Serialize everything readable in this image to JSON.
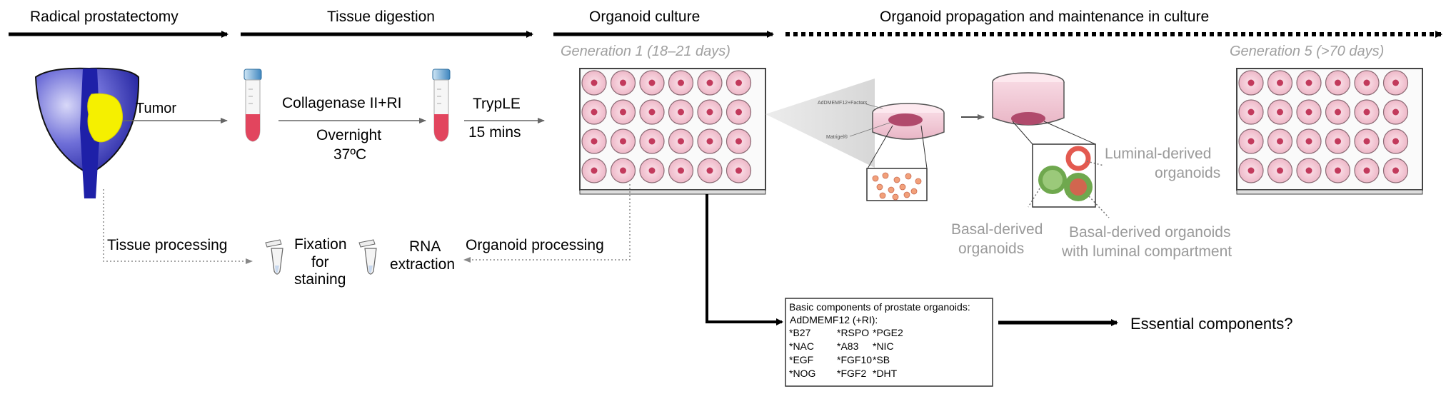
{
  "stages": {
    "radical": "Radical prostatectomy",
    "digestion": "Tissue digestion",
    "culture": "Organoid culture",
    "propagation": "Organoid propagation and maintenance in culture"
  },
  "tumor": "Tumor",
  "collagenase": "Collagenase II+RI",
  "overnight": "Overnight",
  "temp": "37ºC",
  "tryple": "TrypLE",
  "mins": "15 mins",
  "gen1": "Generation 1 (18–21 days)",
  "gen5": "Generation 5 (>70 days)",
  "tissue_processing": "Tissue processing",
  "fixation": [
    "Fixation",
    "for",
    "staining"
  ],
  "rna": [
    "RNA",
    "extraction"
  ],
  "organoid_processing": "Organoid processing",
  "medium_label": "AdDMEMF12+Factors",
  "matrigel_label": "Matrigel®",
  "luminal": [
    "Luminal-derived",
    "organoids"
  ],
  "basal": [
    "Basal-derived",
    "organoids"
  ],
  "basal_luminal": [
    "Basal-derived organoids",
    "with luminal compartment"
  ],
  "components": {
    "title": "Basic components of prostate organoids:",
    "medium": "AdDMEMF12 (+RI):",
    "items": [
      [
        "*B27",
        "*RSPO",
        "*PGE2"
      ],
      [
        "*NAC",
        "*A83",
        "*NIC"
      ],
      [
        "*EGF",
        "*FGF10",
        "*SB"
      ],
      [
        "*NOG",
        "*FGF2",
        "*DHT"
      ]
    ]
  },
  "essential": "Essential components?",
  "colors": {
    "prostate_blue": "#2d2fb5",
    "tumor_yellow": "#f5f000",
    "well_pink": "#f4c9d4",
    "organoid_red": "#c23a5c",
    "grey_text": "#9a9a9a"
  }
}
